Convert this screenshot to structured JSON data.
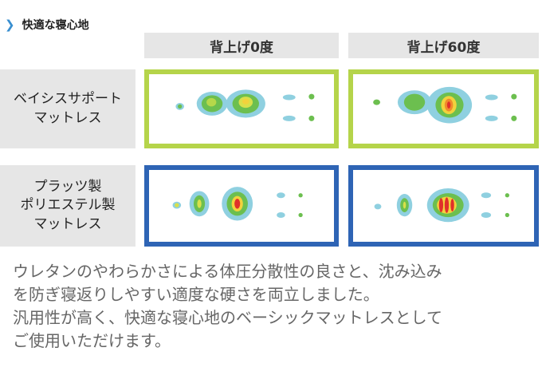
{
  "section": {
    "title": "快適な寝心地",
    "chevron_icon": "chevron-right-icon",
    "accent": "#3a8fd0"
  },
  "columns": [
    "背上げ0度",
    "背上げ60度"
  ],
  "rows": [
    {
      "label": "ベイシスサポート\nマットレス",
      "frame_color": "#b5d44a"
    },
    {
      "label": "プラッツ製\nポリエステル製\nマットレス",
      "frame_color": "#2e64b5"
    }
  ],
  "description": [
    "ウレタンのやわらかさによる体圧分散性の良さと、沈み込み",
    "を防ぎ寝返りしやすい適度な硬さを両立しました。",
    "汎用性が高く、快適な寝心地のベーシックマットレスとして",
    "ご使用いただけます。"
  ]
}
